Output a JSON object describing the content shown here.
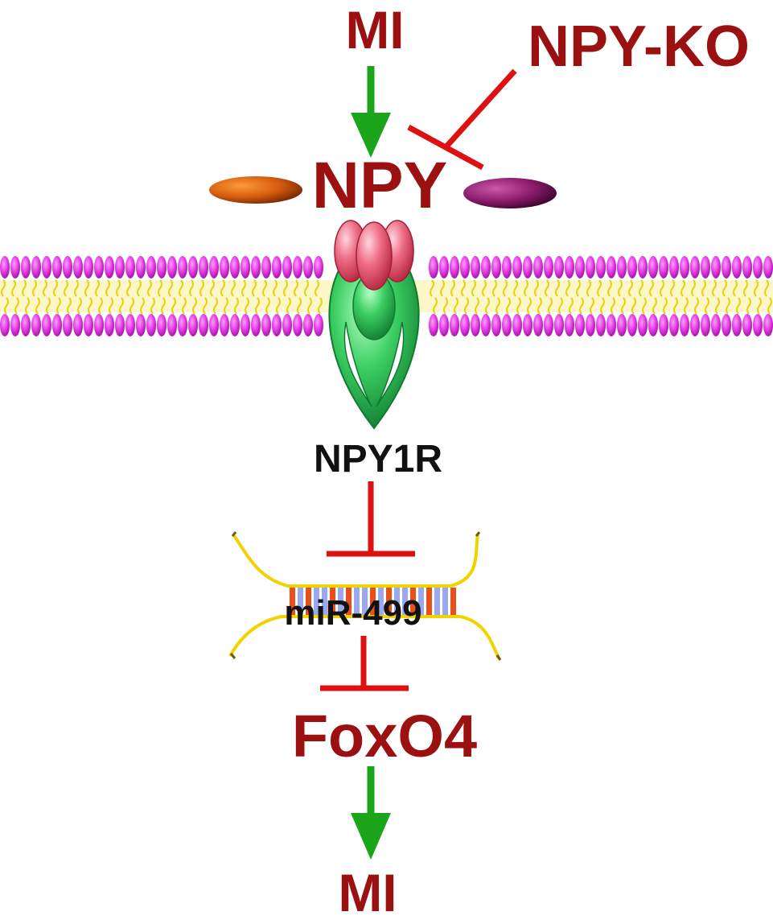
{
  "diagram": {
    "labels": {
      "mi_top": "MI",
      "npy_ko": "NPY-KO",
      "npy": "NPY",
      "npy1r": "NPY1R",
      "mir": "miR-499",
      "foxo4": "FoxO4",
      "mi_bottom": "MI"
    },
    "edges": [
      {
        "from": "MI",
        "to": "NPY",
        "type": "activation"
      },
      {
        "from": "NPY-KO",
        "to": "NPY",
        "type": "inhibition"
      },
      {
        "from": "NPY1R",
        "to": "miR-499",
        "type": "inhibition"
      },
      {
        "from": "miR-499",
        "to": "FoxO4",
        "type": "inhibition"
      },
      {
        "from": "FoxO4",
        "to": "MI",
        "type": "activation"
      }
    ],
    "colors": {
      "label_dark_red": "#9b1111",
      "label_black": "#111111",
      "activation_arrow": "#1aa51a",
      "inhibition_line": "#dd1111",
      "membrane_head": "#dd33dd",
      "membrane_tail": "#f4e416",
      "receptor_green": "#2fbf55",
      "receptor_pink": "#e8607a",
      "ligand_orange": "#c8500a",
      "ligand_purple": "#8a1a6a",
      "rna_strand": "#f2d200"
    }
  }
}
